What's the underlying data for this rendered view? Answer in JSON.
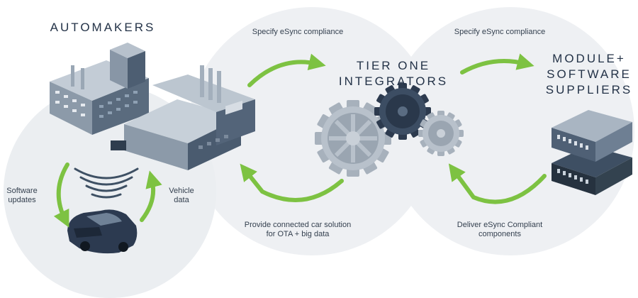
{
  "headings": {
    "automakers": "AUTOMAKERS",
    "tier_one_line1": "TIER ONE",
    "tier_one_line2": "INTEGRATORS",
    "module_line1": "MODULE+",
    "module_line2": "SOFTWARE",
    "module_line3": "SUPPLIERS"
  },
  "flows": {
    "specify_left": "Specify eSync compliance",
    "specify_right": "Specify eSync compliance",
    "provide_line1": "Provide connected car solution",
    "provide_line2": "for OTA + big data",
    "deliver_line1": "Deliver eSync Compliant",
    "deliver_line2": "components",
    "software_line1": "Software",
    "software_line2": "updates",
    "vehicle_line1": "Vehicle",
    "vehicle_line2": "data"
  },
  "colors": {
    "circle_fill": "#eef0f3",
    "arrow_green": "#7dc242",
    "building_dark": "#3e5064",
    "building_light": "#a9b5c2",
    "text_dark": "#233247"
  },
  "icons": [
    "factory-icon",
    "car-icon",
    "signal-waves-icon",
    "gears-icon",
    "electronic-module-icon"
  ]
}
